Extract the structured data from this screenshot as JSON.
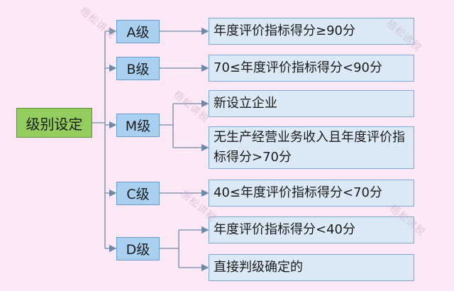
{
  "root": {
    "label": "级别设定"
  },
  "levels": [
    {
      "label": "A级",
      "criteria": [
        "年度评价指标得分≥90分"
      ]
    },
    {
      "label": "B级",
      "criteria": [
        "70≤年度评价指标得分<90分"
      ]
    },
    {
      "label": "M级",
      "criteria": [
        "新设立企业",
        "无生产经营业务收入且年度评价指标得分>70分"
      ]
    },
    {
      "label": "C级",
      "criteria": [
        "40≤年度评价指标得分<70分"
      ]
    },
    {
      "label": "D级",
      "criteria": [
        "年度评价指标得分<40分",
        "直接判级确定的"
      ]
    }
  ],
  "watermark": "梧松讲税",
  "colors": {
    "background": "#fce8f7",
    "root_fill": "#93cd5d",
    "level_fill": "#a9d0f1",
    "criteria_fill": "#dbe9f7",
    "connector": "#6f8aa6"
  }
}
